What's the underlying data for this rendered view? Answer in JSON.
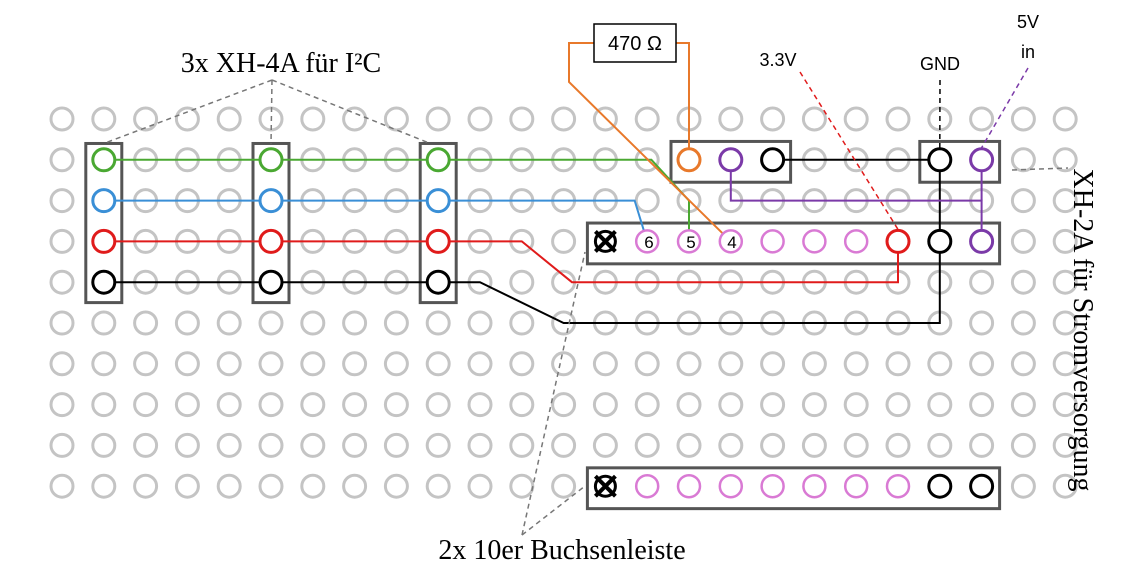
{
  "labels": {
    "i2c_connectors": "3x XH-4A für I²C",
    "power_connector": "XH-2A für Stromversorgung",
    "headers": "2x 10er Buchsenleiste",
    "resistor": "470 Ω",
    "v33": "3.3V",
    "gnd": "GND",
    "v5": "5V",
    "v5_in": "in",
    "pin6": "6",
    "pin5": "5",
    "pin4": "4"
  },
  "colors": {
    "grid_hole": "#c4c4c4",
    "sda": "#4aa832",
    "scl": "#3a8fd6",
    "vcc": "#e01b1b",
    "gnd": "#000000",
    "pwr5v": "#7b3aa8",
    "resistor_lead": "#e8792b",
    "header_pin": "#d97ad4",
    "leader": "#777777"
  }
}
